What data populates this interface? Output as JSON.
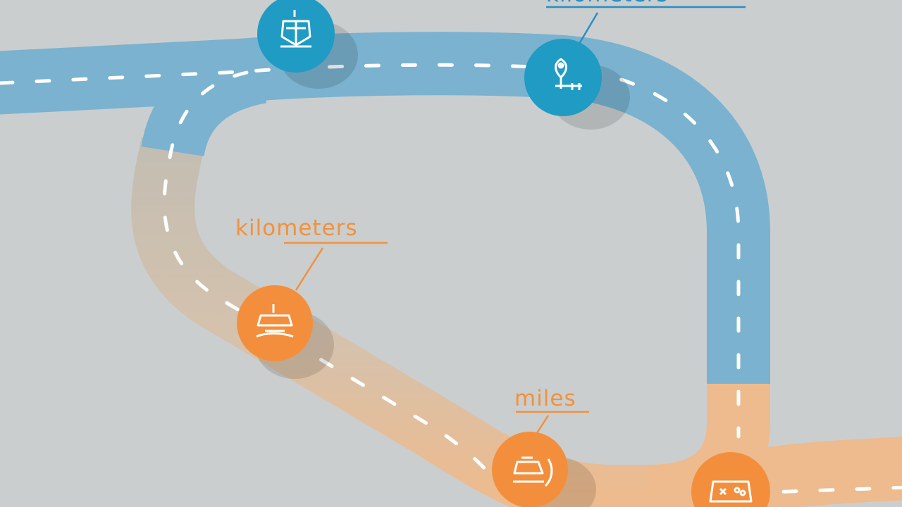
{
  "labels": {
    "top_right": "kilometers",
    "kilometers": "kilometers",
    "miles": "miles"
  },
  "colors": {
    "background": "#cbcecf",
    "road_blue": "#7ab2cf",
    "road_grey": "#c3bdb2",
    "road_orange": "#edbb8e",
    "lane_marking": "#ffffff",
    "marker_blue": "#1f9bc4",
    "marker_orange": "#f38f3c",
    "label_blue": "#2a8fbf",
    "label_orange": "#f0923d"
  },
  "markers": [
    {
      "icon": "ship-icon",
      "color": "blue"
    },
    {
      "icon": "location-pin-icon",
      "color": "blue"
    },
    {
      "icon": "satellite-dish-icon",
      "color": "orange"
    },
    {
      "icon": "vehicle-icon",
      "color": "orange"
    },
    {
      "icon": "gamepad-icon",
      "color": "orange"
    }
  ]
}
